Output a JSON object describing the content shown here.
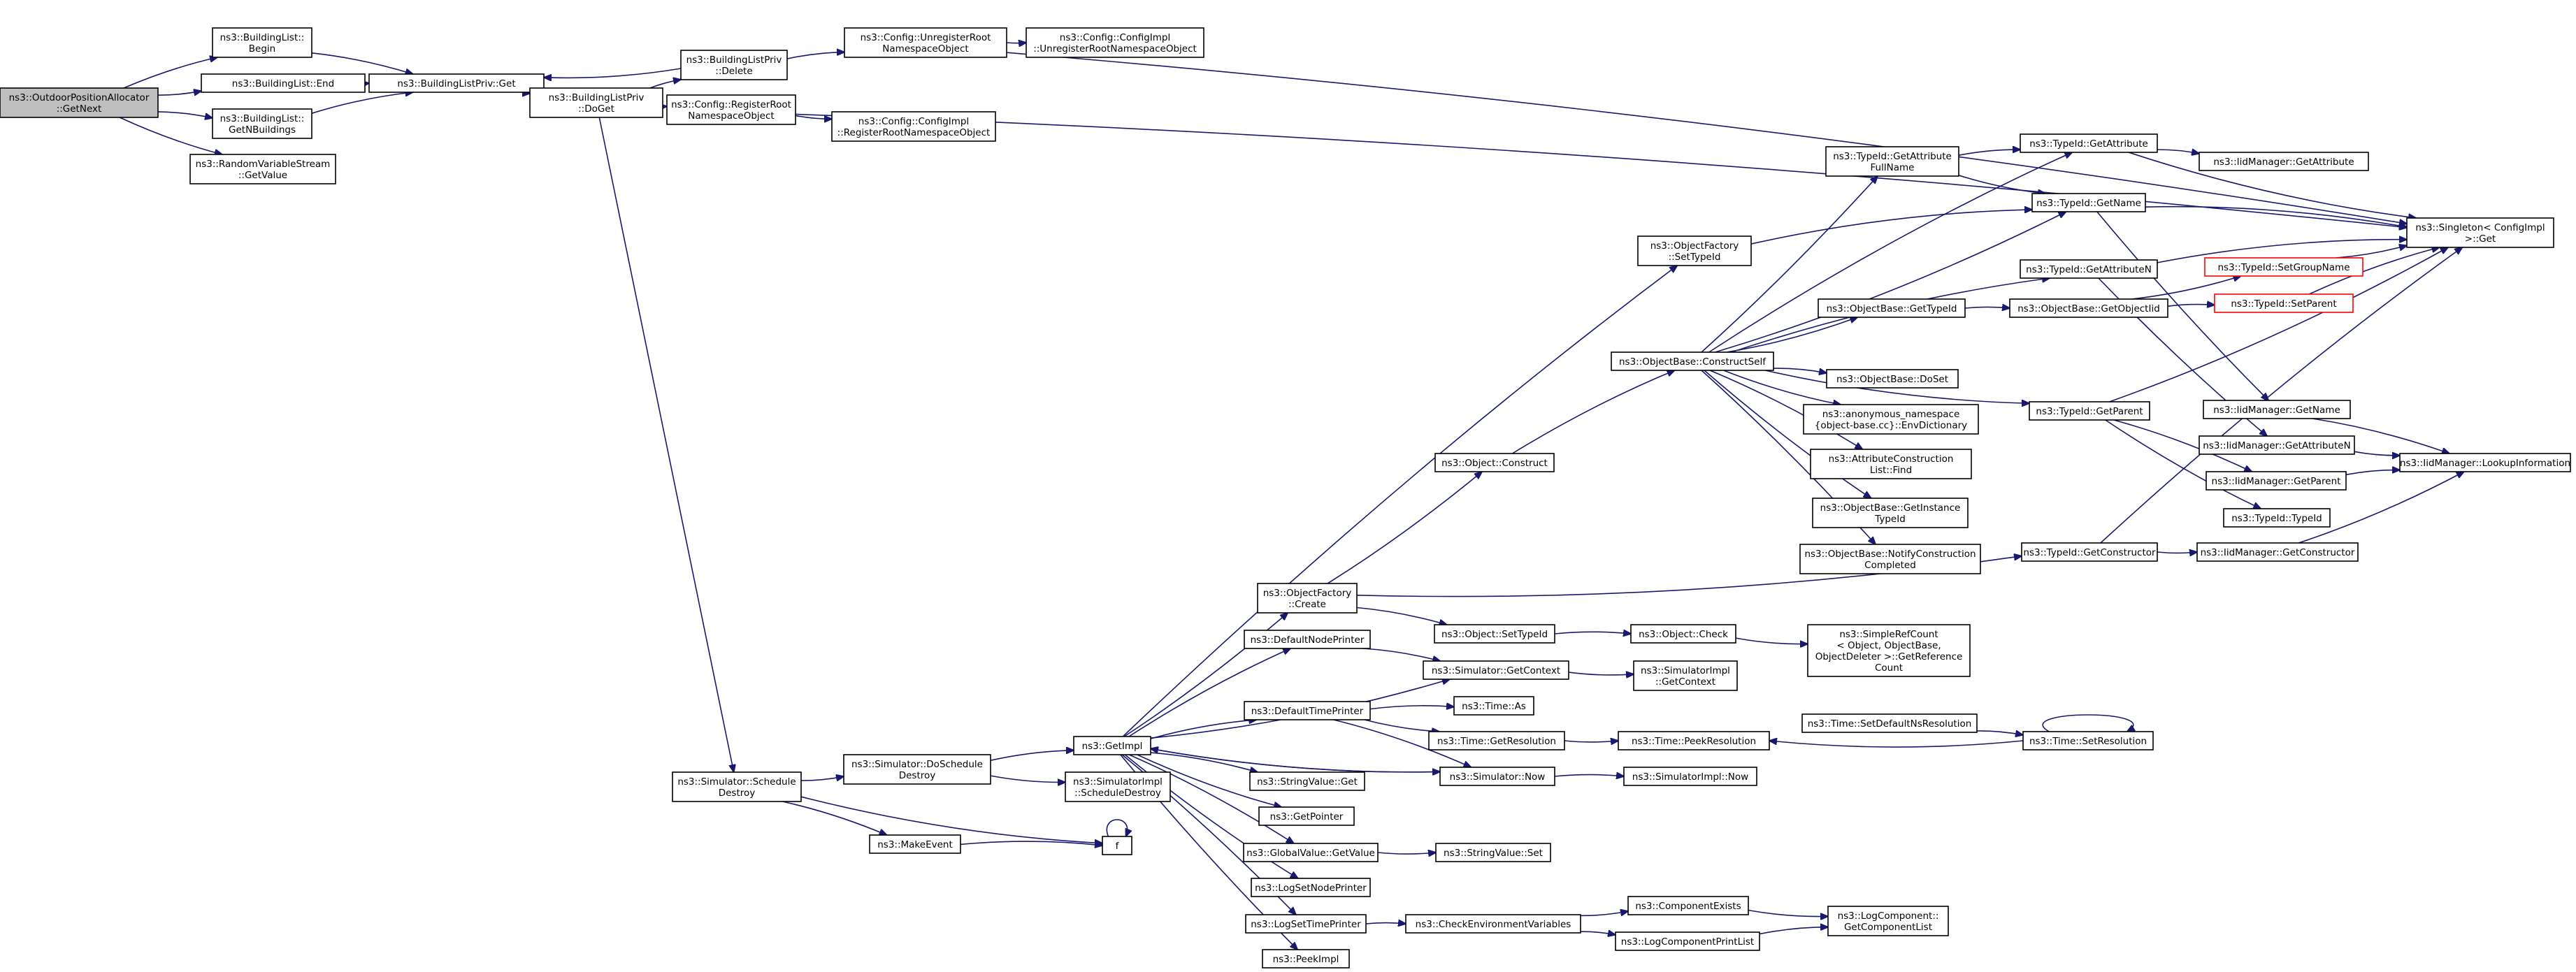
{
  "graph": {
    "title": "",
    "style": {
      "edge_color": "#191970",
      "node_border": "#000000",
      "root_fill": "#bfbfbf",
      "plain_fill": "#ffffff",
      "truncated_border": "#ff0000"
    },
    "nodes": [
      {
        "id": "root",
        "lines": [
          "ns3::OutdoorPositionAllocator",
          "::GetNext"
        ],
        "kind": "root"
      },
      {
        "id": "bl_begin",
        "lines": [
          "ns3::BuildingList::",
          "Begin"
        ]
      },
      {
        "id": "bl_end",
        "lines": [
          "ns3::BuildingList::End"
        ]
      },
      {
        "id": "bl_getn",
        "lines": [
          "ns3::BuildingList::",
          "GetNBuildings"
        ]
      },
      {
        "id": "rvs_getvalue",
        "lines": [
          "ns3::RandomVariableStream",
          "::GetValue"
        ]
      },
      {
        "id": "blp_get",
        "lines": [
          "ns3::BuildingListPriv::Get"
        ]
      },
      {
        "id": "blp_doget",
        "lines": [
          "ns3::BuildingListPriv",
          "::DoGet"
        ]
      },
      {
        "id": "blp_delete",
        "lines": [
          "ns3::BuildingListPriv",
          "::Delete"
        ]
      },
      {
        "id": "cfg_unreg",
        "lines": [
          "ns3::Config::UnregisterRoot",
          "NamespaceObject"
        ]
      },
      {
        "id": "cfgimpl_unreg",
        "lines": [
          "ns3::Config::ConfigImpl",
          "::UnregisterRootNamespaceObject"
        ]
      },
      {
        "id": "cfg_reg",
        "lines": [
          "ns3::Config::RegisterRoot",
          "NamespaceObject"
        ]
      },
      {
        "id": "cfgimpl_reg",
        "lines": [
          "ns3::Config::ConfigImpl",
          "::RegisterRootNamespaceObject"
        ]
      },
      {
        "id": "singleton_get",
        "lines": [
          "ns3::Singleton< ConfigImpl",
          " >::Get"
        ]
      },
      {
        "id": "typeid_getattrfull",
        "lines": [
          "ns3::TypeId::GetAttribute",
          "FullName"
        ]
      },
      {
        "id": "typeid_getattr",
        "lines": [
          "ns3::TypeId::GetAttribute"
        ]
      },
      {
        "id": "iid_getattr",
        "lines": [
          "ns3::IidManager::GetAttribute"
        ]
      },
      {
        "id": "typeid_getname",
        "lines": [
          "ns3::TypeId::GetName"
        ]
      },
      {
        "id": "of_settypeid",
        "lines": [
          "ns3::ObjectFactory",
          "::SetTypeId"
        ]
      },
      {
        "id": "typeid_getattrn",
        "lines": [
          "ns3::TypeId::GetAttributeN"
        ]
      },
      {
        "id": "typeid_setgroupname",
        "lines": [
          "ns3::TypeId::SetGroupName"
        ],
        "kind": "truncated"
      },
      {
        "id": "ob_gettypeid",
        "lines": [
          "ns3::ObjectBase::GetTypeId"
        ]
      },
      {
        "id": "ob_getobjectiid",
        "lines": [
          "ns3::ObjectBase::GetObjectIid"
        ]
      },
      {
        "id": "typeid_setparent",
        "lines": [
          "ns3::TypeId::SetParent"
        ],
        "kind": "truncated"
      },
      {
        "id": "ob_constructself",
        "lines": [
          "ns3::ObjectBase::ConstructSelf"
        ]
      },
      {
        "id": "ob_doset",
        "lines": [
          "ns3::ObjectBase::DoSet"
        ]
      },
      {
        "id": "anon_envdict",
        "lines": [
          "ns3::anonymous_namespace",
          "{object-base.cc}::EnvDictionary"
        ]
      },
      {
        "id": "typeid_getparent",
        "lines": [
          "ns3::TypeId::GetParent"
        ]
      },
      {
        "id": "iid_getname",
        "lines": [
          "ns3::IidManager::GetName"
        ]
      },
      {
        "id": "iid_getattrn",
        "lines": [
          "ns3::IidManager::GetAttributeN"
        ]
      },
      {
        "id": "iid_lookup",
        "lines": [
          "ns3::IidManager::LookupInformation"
        ]
      },
      {
        "id": "acl_find",
        "lines": [
          "ns3::AttributeConstruction",
          "List::Find"
        ]
      },
      {
        "id": "obj_construct",
        "lines": [
          "ns3::Object::Construct"
        ]
      },
      {
        "id": "iid_getparent",
        "lines": [
          "ns3::IidManager::GetParent"
        ]
      },
      {
        "id": "ob_getinstancetypeid",
        "lines": [
          "ns3::ObjectBase::GetInstance",
          "TypeId"
        ]
      },
      {
        "id": "typeid_typeid",
        "lines": [
          "ns3::TypeId::TypeId"
        ]
      },
      {
        "id": "ob_notifyconstruction",
        "lines": [
          "ns3::ObjectBase::NotifyConstruction",
          "Completed"
        ]
      },
      {
        "id": "typeid_getconstructor",
        "lines": [
          "ns3::TypeId::GetConstructor"
        ]
      },
      {
        "id": "iid_getconstructor",
        "lines": [
          "ns3::IidManager::GetConstructor"
        ]
      },
      {
        "id": "of_create",
        "lines": [
          "ns3::ObjectFactory",
          "::Create"
        ]
      },
      {
        "id": "obj_settypeid",
        "lines": [
          "ns3::Object::SetTypeId"
        ]
      },
      {
        "id": "obj_check",
        "lines": [
          "ns3::Object::Check"
        ]
      },
      {
        "id": "src_getrefcount",
        "lines": [
          "ns3::SimpleRefCount",
          "< Object, ObjectBase,",
          " ObjectDeleter >::GetReference",
          "Count"
        ]
      },
      {
        "id": "defaultnodeprinter",
        "lines": [
          "ns3::DefaultNodePrinter"
        ]
      },
      {
        "id": "sim_getcontext",
        "lines": [
          "ns3::Simulator::GetContext"
        ]
      },
      {
        "id": "simimpl_getcontext",
        "lines": [
          "ns3::SimulatorImpl",
          "::GetContext"
        ]
      },
      {
        "id": "defaulttimeprinter",
        "lines": [
          "ns3::DefaultTimePrinter"
        ]
      },
      {
        "id": "time_as",
        "lines": [
          "ns3::Time::As"
        ]
      },
      {
        "id": "getimpl",
        "lines": [
          "ns3::GetImpl"
        ]
      },
      {
        "id": "time_getresolution",
        "lines": [
          "ns3::Time::GetResolution"
        ]
      },
      {
        "id": "time_peekresolution",
        "lines": [
          "ns3::Time::PeekResolution"
        ]
      },
      {
        "id": "time_setdefaultns",
        "lines": [
          "ns3::Time::SetDefaultNsResolution"
        ]
      },
      {
        "id": "time_setresolution",
        "lines": [
          "ns3::Time::SetResolution"
        ]
      },
      {
        "id": "sim_doschedule",
        "lines": [
          "ns3::Simulator::DoSchedule",
          "Destroy"
        ]
      },
      {
        "id": "simimpl_schedule",
        "lines": [
          "ns3::SimulatorImpl",
          "::ScheduleDestroy"
        ]
      },
      {
        "id": "sim_schedule",
        "lines": [
          "ns3::Simulator::Schedule",
          "Destroy"
        ]
      },
      {
        "id": "sim_now",
        "lines": [
          "ns3::Simulator::Now"
        ]
      },
      {
        "id": "simimpl_now",
        "lines": [
          "ns3::SimulatorImpl::Now"
        ]
      },
      {
        "id": "stringvalue_get",
        "lines": [
          "ns3::StringValue::Get"
        ]
      },
      {
        "id": "getpointer",
        "lines": [
          "ns3::GetPointer"
        ]
      },
      {
        "id": "makeevent",
        "lines": [
          "ns3::MakeEvent"
        ]
      },
      {
        "id": "f",
        "lines": [
          "f"
        ]
      },
      {
        "id": "gv_getvalue",
        "lines": [
          "ns3::GlobalValue::GetValue"
        ]
      },
      {
        "id": "stringvalue_set",
        "lines": [
          "ns3::StringValue::Set"
        ]
      },
      {
        "id": "logsetnodeprinter",
        "lines": [
          "ns3::LogSetNodePrinter"
        ]
      },
      {
        "id": "logsettimeprinter",
        "lines": [
          "ns3::LogSetTimePrinter"
        ]
      },
      {
        "id": "checkenv",
        "lines": [
          "ns3::CheckEnvironmentVariables"
        ]
      },
      {
        "id": "componentexists",
        "lines": [
          "ns3::ComponentExists"
        ]
      },
      {
        "id": "logcomponent_getlist",
        "lines": [
          "ns3::LogComponent::",
          "GetComponentList"
        ]
      },
      {
        "id": "logcomponentprintlist",
        "lines": [
          "ns3::LogComponentPrintList"
        ]
      },
      {
        "id": "peekimpl",
        "lines": [
          "ns3::PeekImpl"
        ]
      }
    ],
    "edges": [
      [
        "root",
        "bl_begin"
      ],
      [
        "root",
        "bl_end"
      ],
      [
        "root",
        "bl_getn"
      ],
      [
        "root",
        "rvs_getvalue"
      ],
      [
        "bl_begin",
        "blp_get"
      ],
      [
        "bl_end",
        "blp_get"
      ],
      [
        "bl_getn",
        "blp_get"
      ],
      [
        "blp_get",
        "blp_doget"
      ],
      [
        "blp_doget",
        "blp_delete"
      ],
      [
        "blp_doget",
        "cfg_reg"
      ],
      [
        "blp_doget",
        "sim_schedule"
      ],
      [
        "blp_delete",
        "blp_get"
      ],
      [
        "blp_delete",
        "cfg_unreg"
      ],
      [
        "cfg_unreg",
        "cfgimpl_unreg"
      ],
      [
        "cfg_unreg",
        "singleton_get"
      ],
      [
        "cfg_reg",
        "cfgimpl_reg"
      ],
      [
        "cfg_reg",
        "singleton_get"
      ],
      [
        "sim_schedule",
        "sim_doschedule"
      ],
      [
        "sim_schedule",
        "makeevent"
      ],
      [
        "sim_schedule",
        "f"
      ],
      [
        "sim_doschedule",
        "getimpl"
      ],
      [
        "sim_doschedule",
        "simimpl_schedule"
      ],
      [
        "makeevent",
        "f"
      ],
      [
        "f",
        "f"
      ],
      [
        "getimpl",
        "of_settypeid"
      ],
      [
        "getimpl",
        "of_create"
      ],
      [
        "getimpl",
        "defaultnodeprinter"
      ],
      [
        "getimpl",
        "sim_getcontext"
      ],
      [
        "getimpl",
        "defaulttimeprinter"
      ],
      [
        "getimpl",
        "sim_now"
      ],
      [
        "getimpl",
        "stringvalue_get"
      ],
      [
        "getimpl",
        "getpointer"
      ],
      [
        "getimpl",
        "gv_getvalue"
      ],
      [
        "getimpl",
        "logsetnodeprinter"
      ],
      [
        "getimpl",
        "logsettimeprinter"
      ],
      [
        "getimpl",
        "peekimpl"
      ],
      [
        "of_settypeid",
        "typeid_getname"
      ],
      [
        "of_create",
        "obj_construct"
      ],
      [
        "of_create",
        "obj_settypeid"
      ],
      [
        "of_create",
        "typeid_getconstructor"
      ],
      [
        "obj_construct",
        "ob_constructself"
      ],
      [
        "ob_constructself",
        "typeid_getattrfull"
      ],
      [
        "ob_constructself",
        "typeid_getattr"
      ],
      [
        "ob_constructself",
        "typeid_getname"
      ],
      [
        "ob_constructself",
        "typeid_getattrn"
      ],
      [
        "ob_constructself",
        "ob_gettypeid"
      ],
      [
        "ob_constructself",
        "ob_doset"
      ],
      [
        "ob_constructself",
        "anon_envdict"
      ],
      [
        "ob_constructself",
        "acl_find"
      ],
      [
        "ob_constructself",
        "ob_getinstancetypeid"
      ],
      [
        "ob_constructself",
        "ob_notifyconstruction"
      ],
      [
        "ob_constructself",
        "typeid_getparent"
      ],
      [
        "typeid_getattrfull",
        "typeid_getattr"
      ],
      [
        "typeid_getattrfull",
        "typeid_getname"
      ],
      [
        "typeid_getattr",
        "iid_getattr"
      ],
      [
        "typeid_getattr",
        "singleton_get"
      ],
      [
        "typeid_getname",
        "singleton_get"
      ],
      [
        "typeid_getname",
        "iid_getname"
      ],
      [
        "typeid_getattrn",
        "singleton_get"
      ],
      [
        "typeid_getattrn",
        "iid_getattrn"
      ],
      [
        "ob_gettypeid",
        "ob_getobjectiid"
      ],
      [
        "ob_getobjectiid",
        "typeid_setgroupname"
      ],
      [
        "ob_getobjectiid",
        "typeid_setparent"
      ],
      [
        "typeid_setgroupname",
        "singleton_get"
      ],
      [
        "typeid_setparent",
        "singleton_get"
      ],
      [
        "typeid_getparent",
        "singleton_get"
      ],
      [
        "typeid_getparent",
        "iid_getparent"
      ],
      [
        "typeid_getparent",
        "typeid_typeid"
      ],
      [
        "iid_getname",
        "iid_lookup"
      ],
      [
        "iid_getattrn",
        "iid_lookup"
      ],
      [
        "iid_getparent",
        "iid_lookup"
      ],
      [
        "typeid_getconstructor",
        "iid_getconstructor"
      ],
      [
        "typeid_getconstructor",
        "singleton_get"
      ],
      [
        "iid_getconstructor",
        "iid_lookup"
      ],
      [
        "obj_settypeid",
        "obj_check"
      ],
      [
        "obj_check",
        "src_getrefcount"
      ],
      [
        "defaultnodeprinter",
        "sim_getcontext"
      ],
      [
        "sim_getcontext",
        "simimpl_getcontext"
      ],
      [
        "defaulttimeprinter",
        "time_as"
      ],
      [
        "defaulttimeprinter",
        "time_getresolution"
      ],
      [
        "defaulttimeprinter",
        "sim_now"
      ],
      [
        "time_getresolution",
        "time_peekresolution"
      ],
      [
        "time_setdefaultns",
        "time_setresolution"
      ],
      [
        "time_setresolution",
        "time_peekresolution"
      ],
      [
        "time_setresolution",
        "time_setresolution"
      ],
      [
        "sim_now",
        "getimpl"
      ],
      [
        "sim_now",
        "simimpl_now"
      ],
      [
        "gv_getvalue",
        "stringvalue_set"
      ],
      [
        "logsettimeprinter",
        "checkenv"
      ],
      [
        "checkenv",
        "componentexists"
      ],
      [
        "checkenv",
        "logcomponentprintlist"
      ],
      [
        "componentexists",
        "logcomponent_getlist"
      ],
      [
        "logcomponentprintlist",
        "logcomponent_getlist"
      ]
    ]
  }
}
